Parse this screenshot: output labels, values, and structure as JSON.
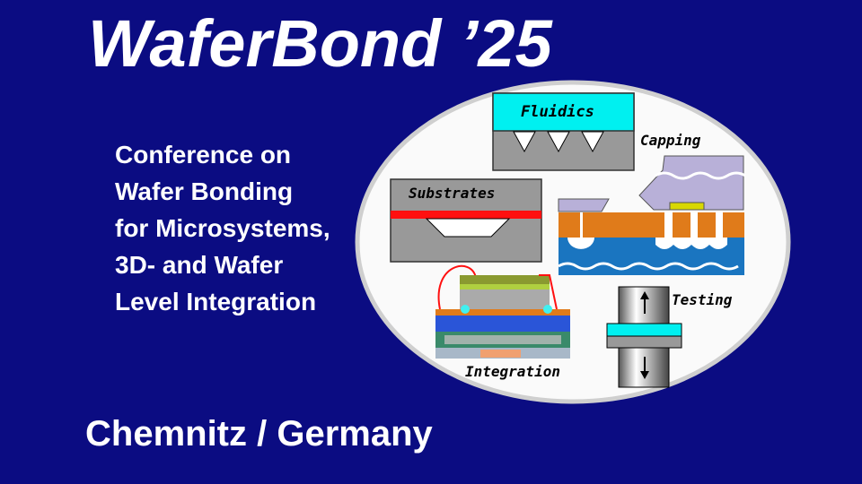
{
  "title": "WaferBond ’25",
  "subtitle_lines": [
    "Conference on",
    "Wafer Bonding",
    "for Microsystems,",
    "3D- and Wafer",
    "Level Integration"
  ],
  "location": "Chemnitz / Germany",
  "diagram_labels": {
    "fluidics": "Fluidics",
    "capping": "Capping",
    "substrates": "Substrates",
    "testing": "Testing",
    "integration": "Integration"
  },
  "colors": {
    "background": "#0b0c82",
    "cyan": "#00f0f0",
    "gray": "#999999",
    "orange": "#e07b1a",
    "blue": "#1a75c0",
    "lavender": "#b8b0d8",
    "red": "#ff1010"
  }
}
